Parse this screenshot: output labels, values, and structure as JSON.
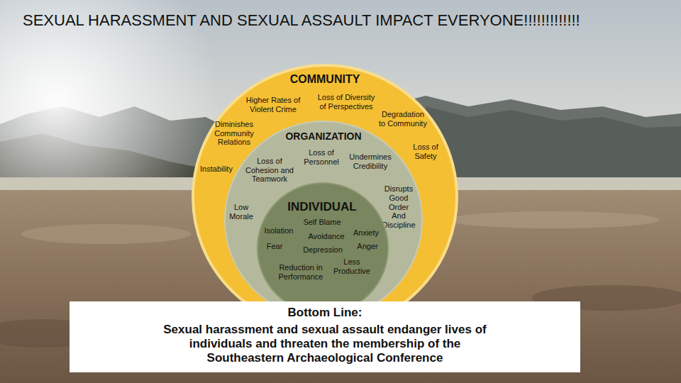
{
  "diagram": {
    "title": "SEXUAL HARASSMENT AND SEXUAL ASSAULT IMPACT EVERYONE!!!!!!!!!!!!!",
    "nodes": [
      {
        "text": [
          "COMMUNITY",
          "Higher Rates of Violent Crime",
          "Loss of Diversity of Perspectives",
          "Diminishes Community Relations",
          "Degradation to Community",
          "Instability",
          "Loss of Safety"
        ]
      },
      {
        "text": [
          "ORGANIZATION",
          "Loss of Personnel",
          "Undermines Credibility",
          "Loss of Cohesion and Teamwork",
          "Disrupts Good Order And Discipline",
          "Low Morale"
        ],
        "in": 0
      },
      {
        "text": [
          "INDIVIDUAL",
          "Self Blame",
          "Isolation",
          "Avoidance",
          "Anxiety",
          "Fear",
          "Depression",
          "Anger",
          "Less Productive",
          "Reduction in Performance"
        ],
        "in": 1
      },
      {
        "text": [
          "Bottom Line:",
          "Sexual harassment and sexual assault endanger lives of individuals and threaten the membership of the Southeastern Archaeological Conference"
        ]
      }
    ]
  }
}
